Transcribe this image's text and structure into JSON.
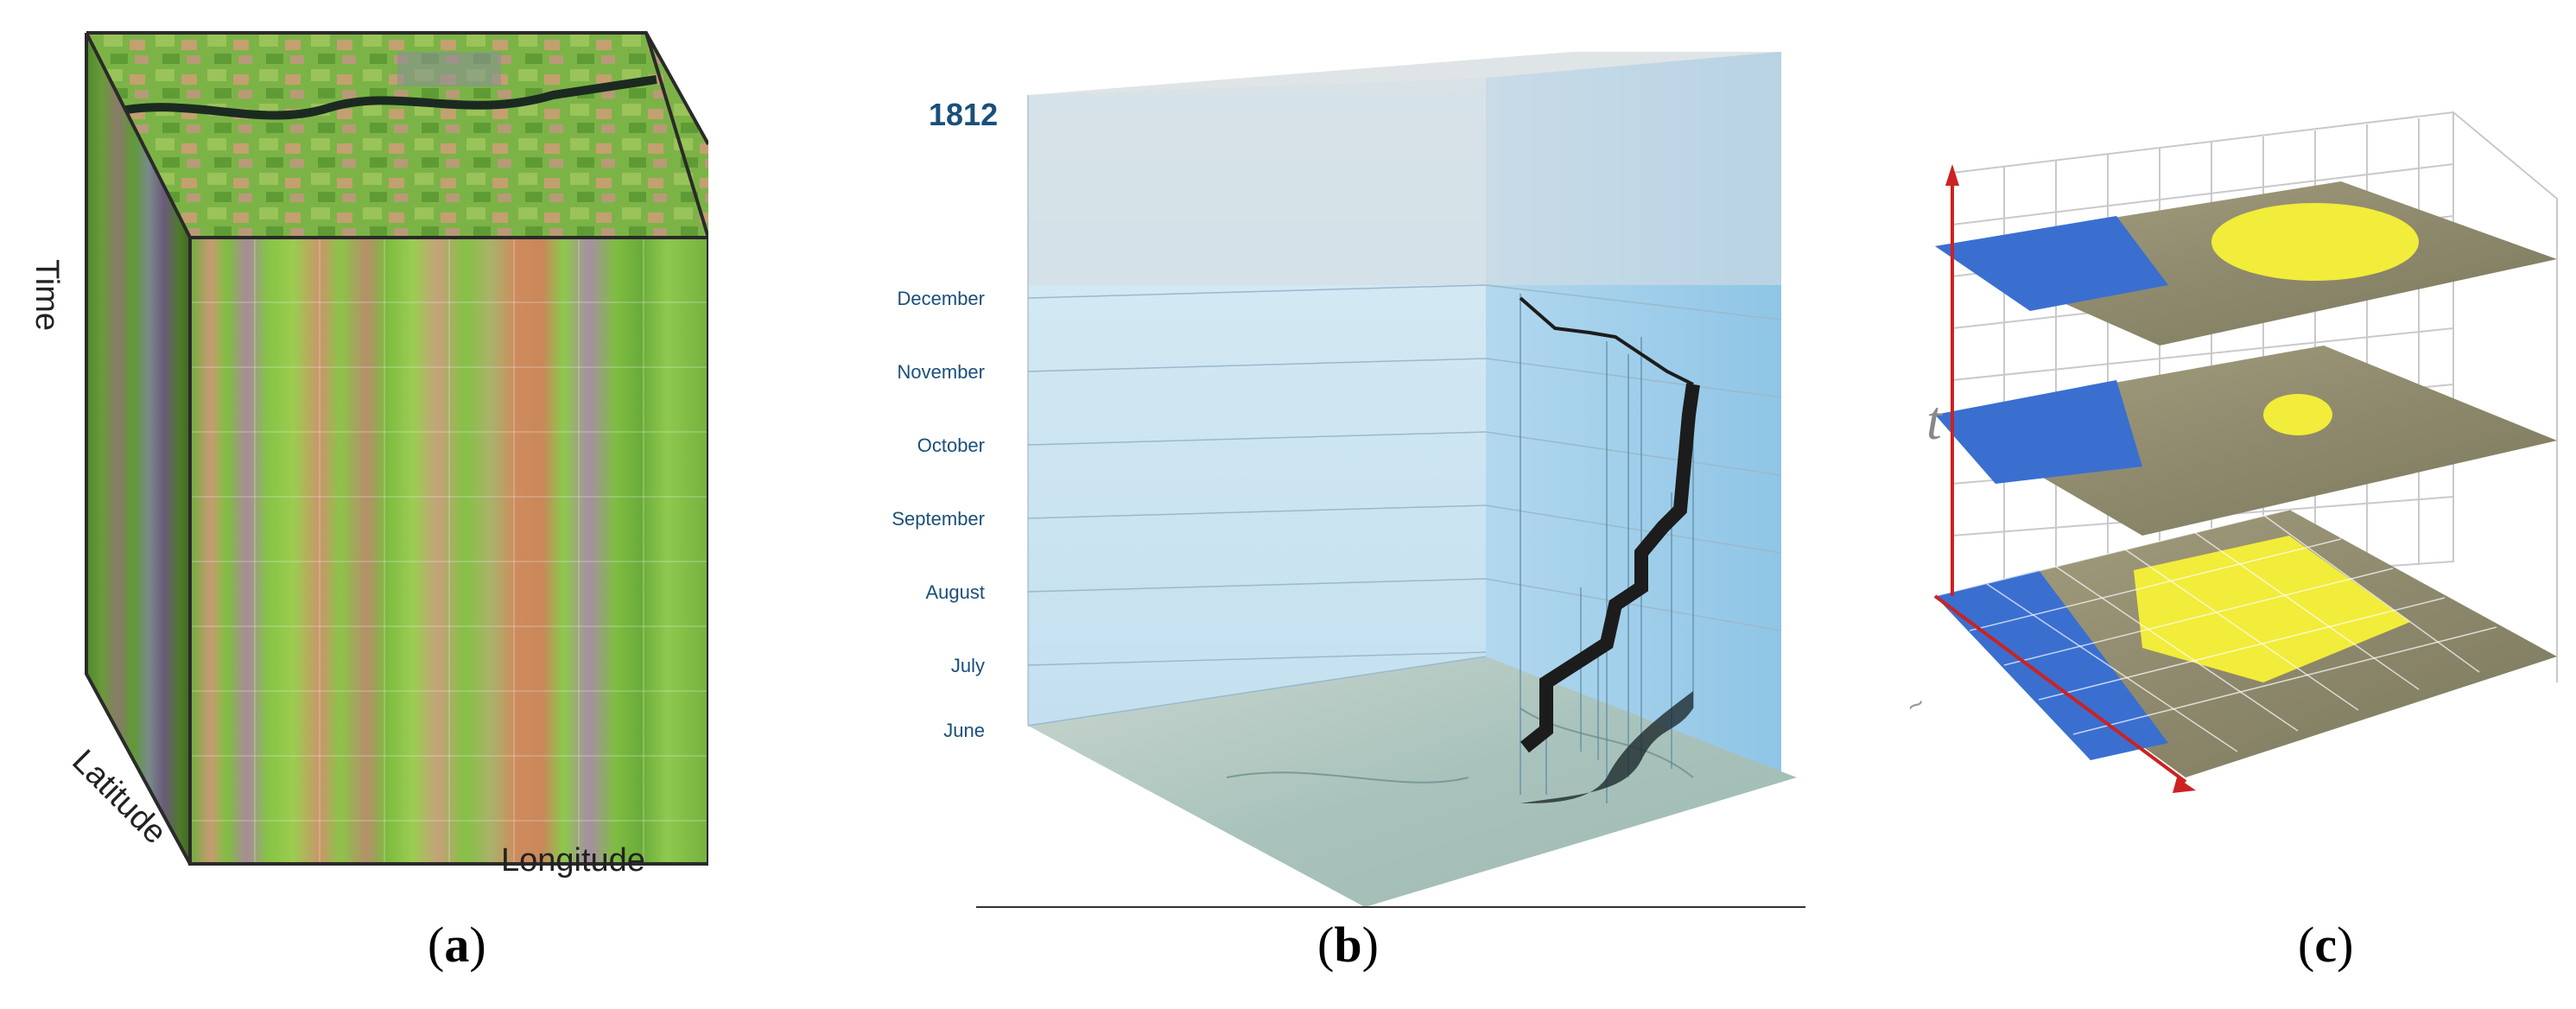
{
  "panel_a": {
    "axis_time": "Time",
    "axis_latitude": "Latitude",
    "axis_longitude": "Longitude",
    "caption": "a"
  },
  "panel_b": {
    "year": "1812",
    "months": [
      "December",
      "November",
      "October",
      "September",
      "August",
      "July",
      "June"
    ],
    "caption": "b"
  },
  "panel_c": {
    "axis_t": "t",
    "caption": "c"
  },
  "colors": {
    "accent_red": "#cc2222",
    "map_blue": "#3a6fd0",
    "highlight_yellow": "#f2ec3a",
    "march_path": "#1c1c1c",
    "month_text": "#1a4f7a"
  }
}
